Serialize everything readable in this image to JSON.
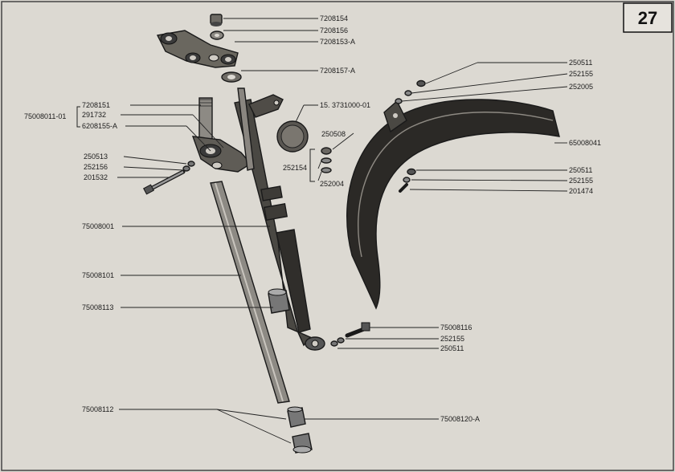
{
  "page_number": "27",
  "labels": {
    "p7208154": "7208154",
    "p7208156": "7208156",
    "p7208153A": "7208153-A",
    "p7208157A": "7208157-A",
    "p7208151": "7208151",
    "p291732": "291732",
    "p6208155A": "6208155-A",
    "p75008011_01": "75008011-01",
    "p15_3731000_01": "15. 3731000-01",
    "p250513": "250513",
    "p252156": "252156",
    "p201532": "201532",
    "p250508": "250508",
    "p252154": "252154",
    "p252004": "252004",
    "p250511a": "250511",
    "p252155a": "252155",
    "p252005": "252005",
    "p65008041": "65008041",
    "p250511b": "250511",
    "p252155b": "252155",
    "p201474": "201474",
    "p75008001": "75008001",
    "p75008101": "75008101",
    "p75008113": "75008113",
    "p75008116": "75008116",
    "p252155c": "252155",
    "p250511c": "250511",
    "p75008112": "75008112",
    "p75008120A": "75008120-A"
  }
}
